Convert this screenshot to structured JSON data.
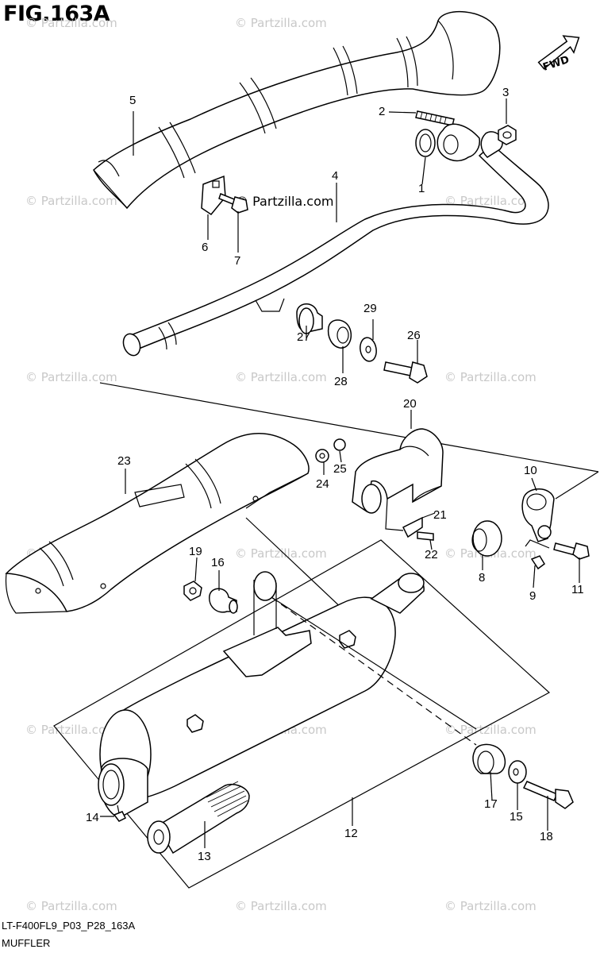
{
  "figure": {
    "title": "FIG.163A",
    "fwd_label": "FWD",
    "code": "LT-F400FL9_P03_P28_163A",
    "section_name": "MUFFLER"
  },
  "watermark": {
    "text": "© Partzilla.com",
    "center_text": "© Partzilla.com"
  },
  "parts": [
    {
      "number": "1"
    },
    {
      "number": "2"
    },
    {
      "number": "3"
    },
    {
      "number": "4"
    },
    {
      "number": "5"
    },
    {
      "number": "6"
    },
    {
      "number": "7"
    },
    {
      "number": "8"
    },
    {
      "number": "9"
    },
    {
      "number": "10"
    },
    {
      "number": "11"
    },
    {
      "number": "12"
    },
    {
      "number": "13"
    },
    {
      "number": "14"
    },
    {
      "number": "15"
    },
    {
      "number": "16"
    },
    {
      "number": "17"
    },
    {
      "number": "18"
    },
    {
      "number": "19"
    },
    {
      "number": "20"
    },
    {
      "number": "21"
    },
    {
      "number": "22"
    },
    {
      "number": "23"
    },
    {
      "number": "24"
    },
    {
      "number": "25"
    },
    {
      "number": "26"
    },
    {
      "number": "27"
    },
    {
      "number": "28"
    },
    {
      "number": "29"
    }
  ]
}
